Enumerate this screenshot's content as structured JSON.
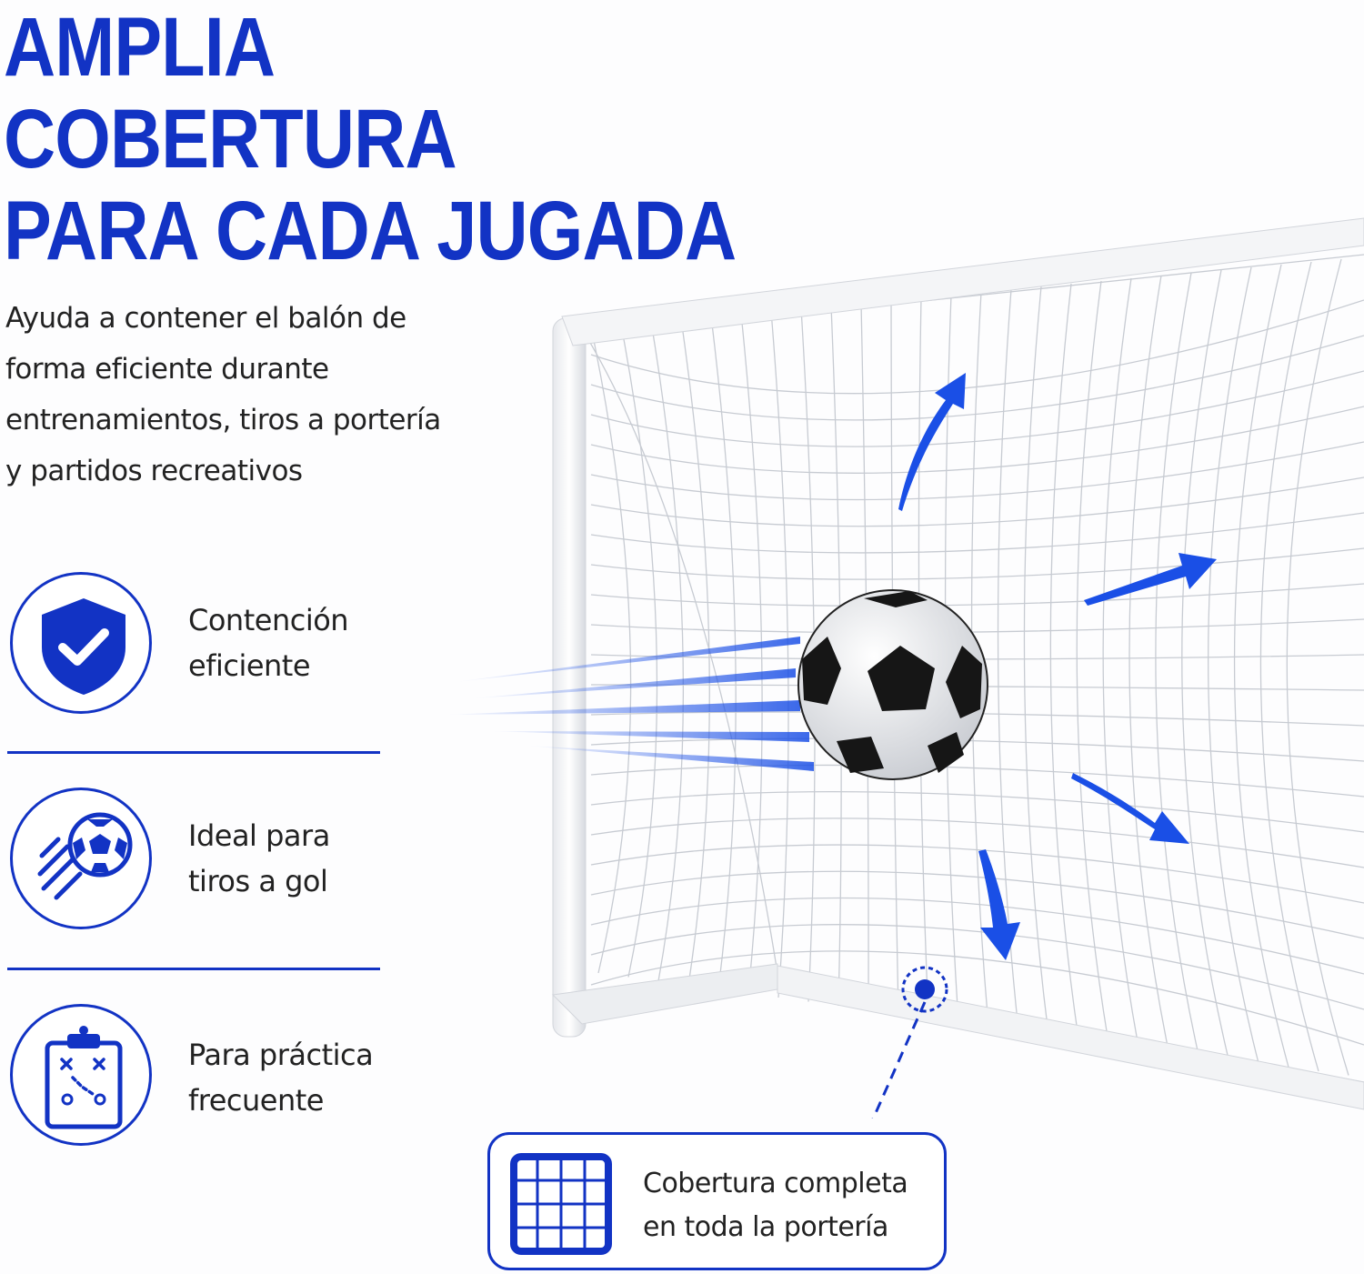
{
  "headline": {
    "line1": "AMPLIA",
    "line2": "COBERTURA",
    "line3": "PARA CADA JUGADA"
  },
  "intro": {
    "line1": "Ayuda a contener el balón de",
    "line2": "forma eficiente durante",
    "line3": "entrenamientos, tiros a portería",
    "line4": "y partidos recreativos"
  },
  "features": [
    {
      "icon": "shield-check-icon",
      "line1": "Contención",
      "line2": "eficiente"
    },
    {
      "icon": "soccer-ball-motion-icon",
      "line1": "Ideal para",
      "line2": "tiros a gol"
    },
    {
      "icon": "clipboard-tactics-icon",
      "line1": "Para práctica",
      "line2": "frecuente"
    }
  ],
  "callout": {
    "icon": "net-grid-icon",
    "line1": "Cobertura completa",
    "line2": "en toda la portería"
  },
  "colors": {
    "brand_blue": "#1233c4",
    "arrow_blue": "#1a4fe6",
    "text": "#222222",
    "background": "#fdfdfe"
  }
}
